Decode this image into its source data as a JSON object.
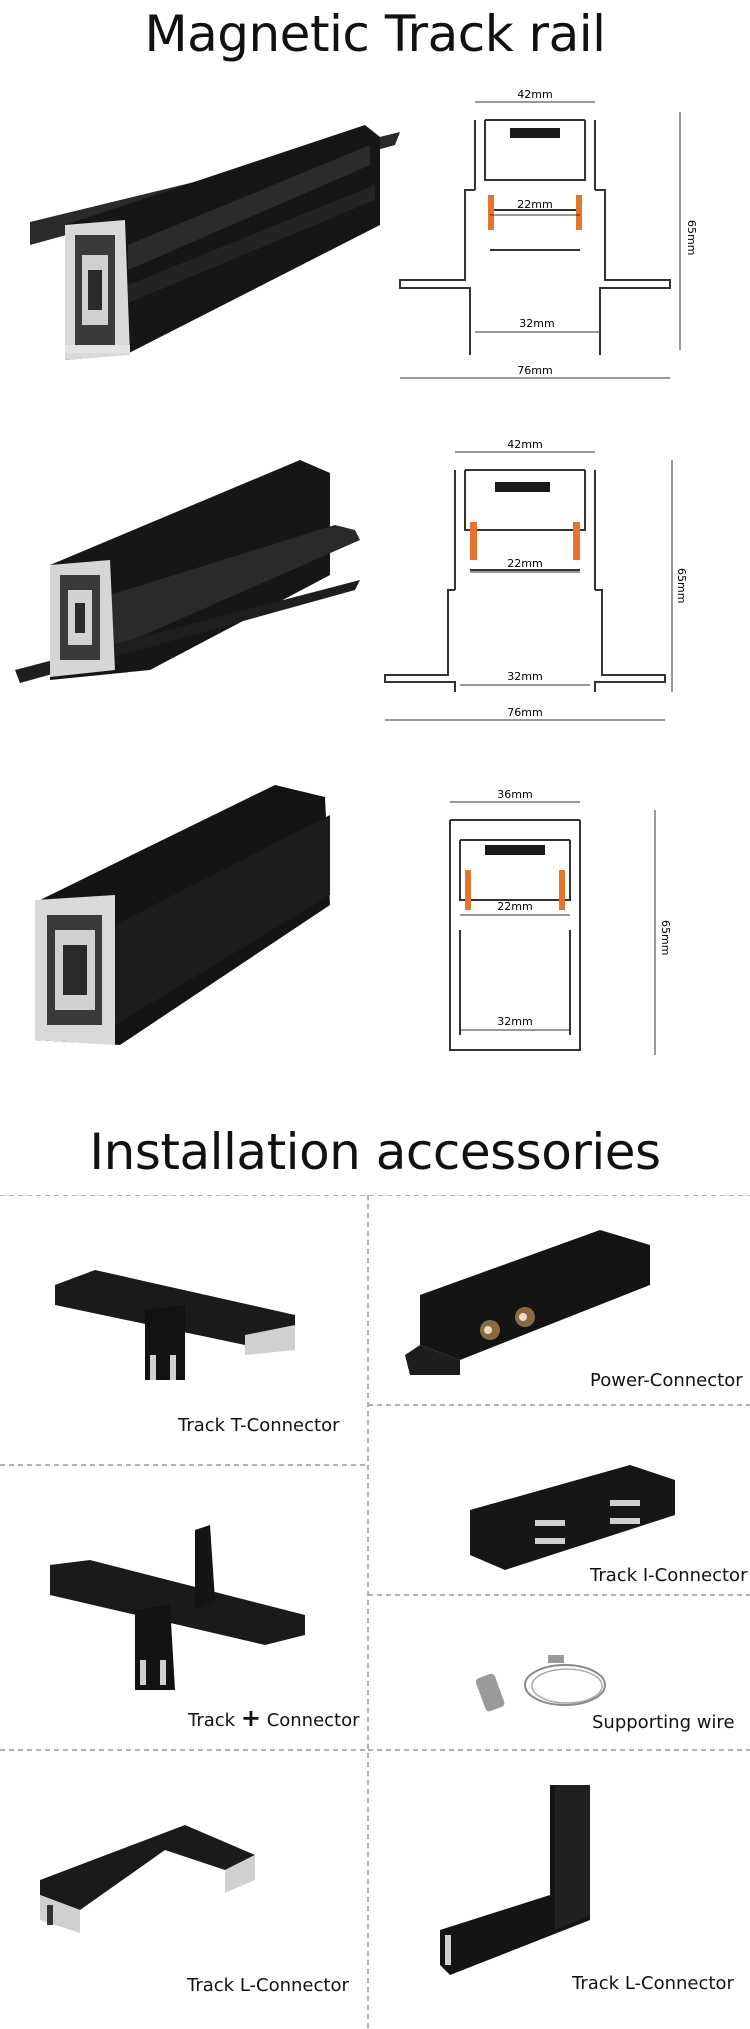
{
  "page": {
    "title": "Magnetic Track rail",
    "accessories_title": "Installation accessories"
  },
  "rails": [
    {
      "name": "recessed-track-large",
      "dims": {
        "top": "42mm",
        "inner": "22mm",
        "bottom": "32mm",
        "overall": "76mm",
        "height": "65mm"
      }
    },
    {
      "name": "recessed-track-medium",
      "dims": {
        "top": "42mm",
        "inner": "22mm",
        "bottom": "32mm",
        "overall": "76mm",
        "height": "65mm"
      }
    },
    {
      "name": "surface-track",
      "dims": {
        "top": "36mm",
        "inner": "22mm",
        "bottom": "32mm",
        "height": "65mm"
      }
    }
  ],
  "accessories": {
    "t_connector": "Track T-Connector",
    "power_connector": "Power-Connector",
    "i_connector": "Track I-Connector",
    "plus_connector_prefix": "Track",
    "plus_symbol": "+",
    "plus_connector_suffix": "Connector",
    "supporting_wire": "Supporting wire",
    "l_connector_left": "Track L-Connector",
    "l_connector_right": "Track L-Connector"
  },
  "colors": {
    "profile_black": "#1a1a1a",
    "aluminium": "#d9dadb",
    "copper_orange": "#e8742c",
    "line": "#333333",
    "divider": "#999999"
  }
}
